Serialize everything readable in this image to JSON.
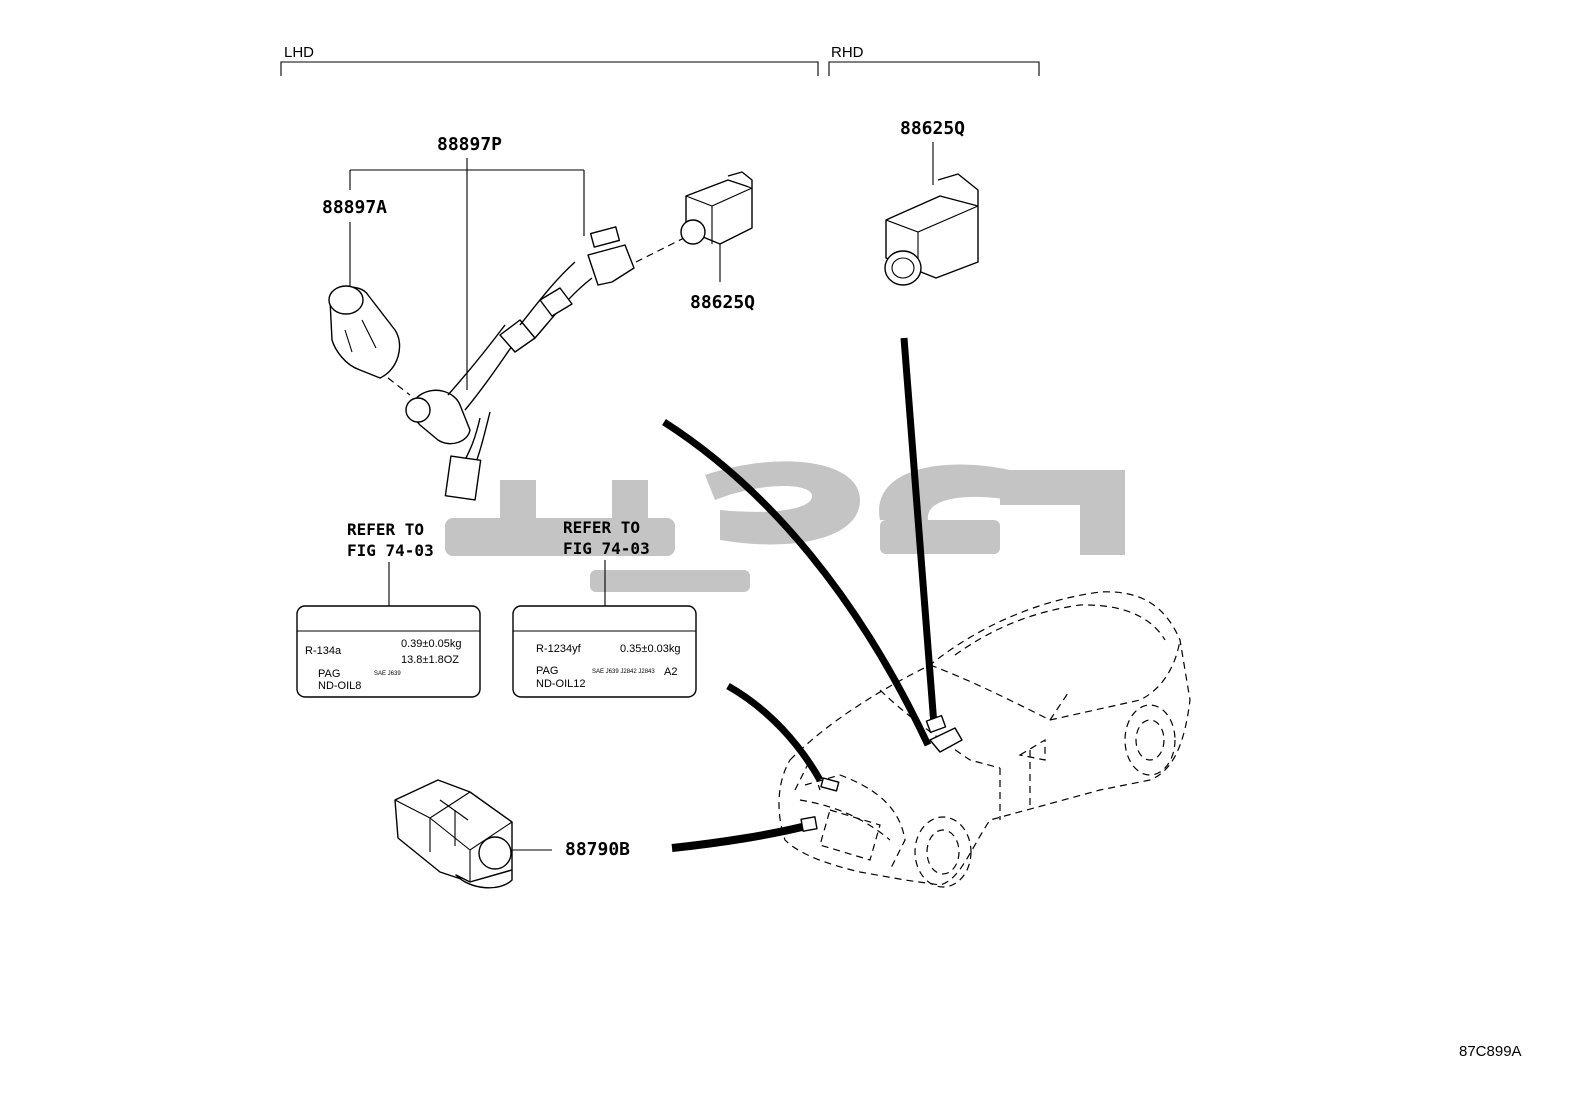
{
  "headers": {
    "lhd": "LHD",
    "rhd": "RHD"
  },
  "parts": {
    "p88897p": "88897P",
    "p88897a": "88897A",
    "p88625q_lhd": "88625Q",
    "p88625q_rhd": "88625Q",
    "p88790b": "88790B"
  },
  "refs": [
    {
      "line1": "REFER TO",
      "line2": "FIG 74-03"
    },
    {
      "line1": "REFER TO",
      "line2": "FIG 74-03"
    }
  ],
  "labels": [
    {
      "refrigerant": "R-134a",
      "charge1": "0.39±0.05kg",
      "charge2": "13.8±1.8OZ",
      "oil_type": "PAG",
      "oil_name": "ND-OIL8",
      "small_text": "SAE J639"
    },
    {
      "refrigerant": "R-1234yf",
      "charge1": "0.35±0.03kg",
      "oil_type": "PAG",
      "oil_name": "ND-OIL12",
      "small_text": "SAE J639 J2842 J2843",
      "suffix": "A2"
    }
  ],
  "figure_code": "87C899A",
  "watermark": {
    "color": "#c4c4c4"
  }
}
